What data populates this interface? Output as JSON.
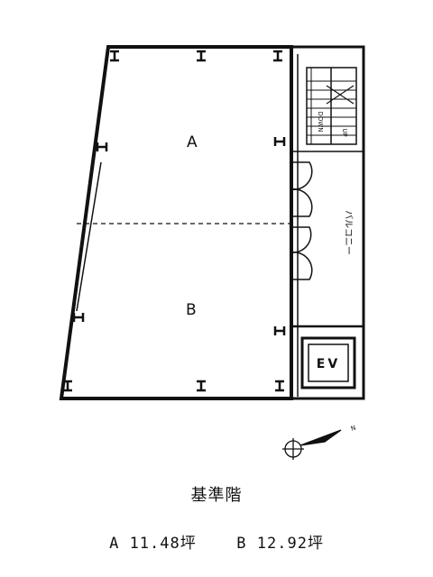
{
  "plan": {
    "rooms": [
      {
        "id": "A",
        "label": "A"
      },
      {
        "id": "B",
        "label": "B"
      }
    ],
    "balcony_label": "バルコニー",
    "elevator_label": "EV",
    "stair_up_label": "UP",
    "stair_down_label": "DOWN",
    "north_label": "N"
  },
  "caption": "基準階",
  "areas": [
    {
      "room": "A",
      "value": "11.48",
      "unit": "坪"
    },
    {
      "room": "B",
      "value": "12.92",
      "unit": "坪"
    }
  ]
}
